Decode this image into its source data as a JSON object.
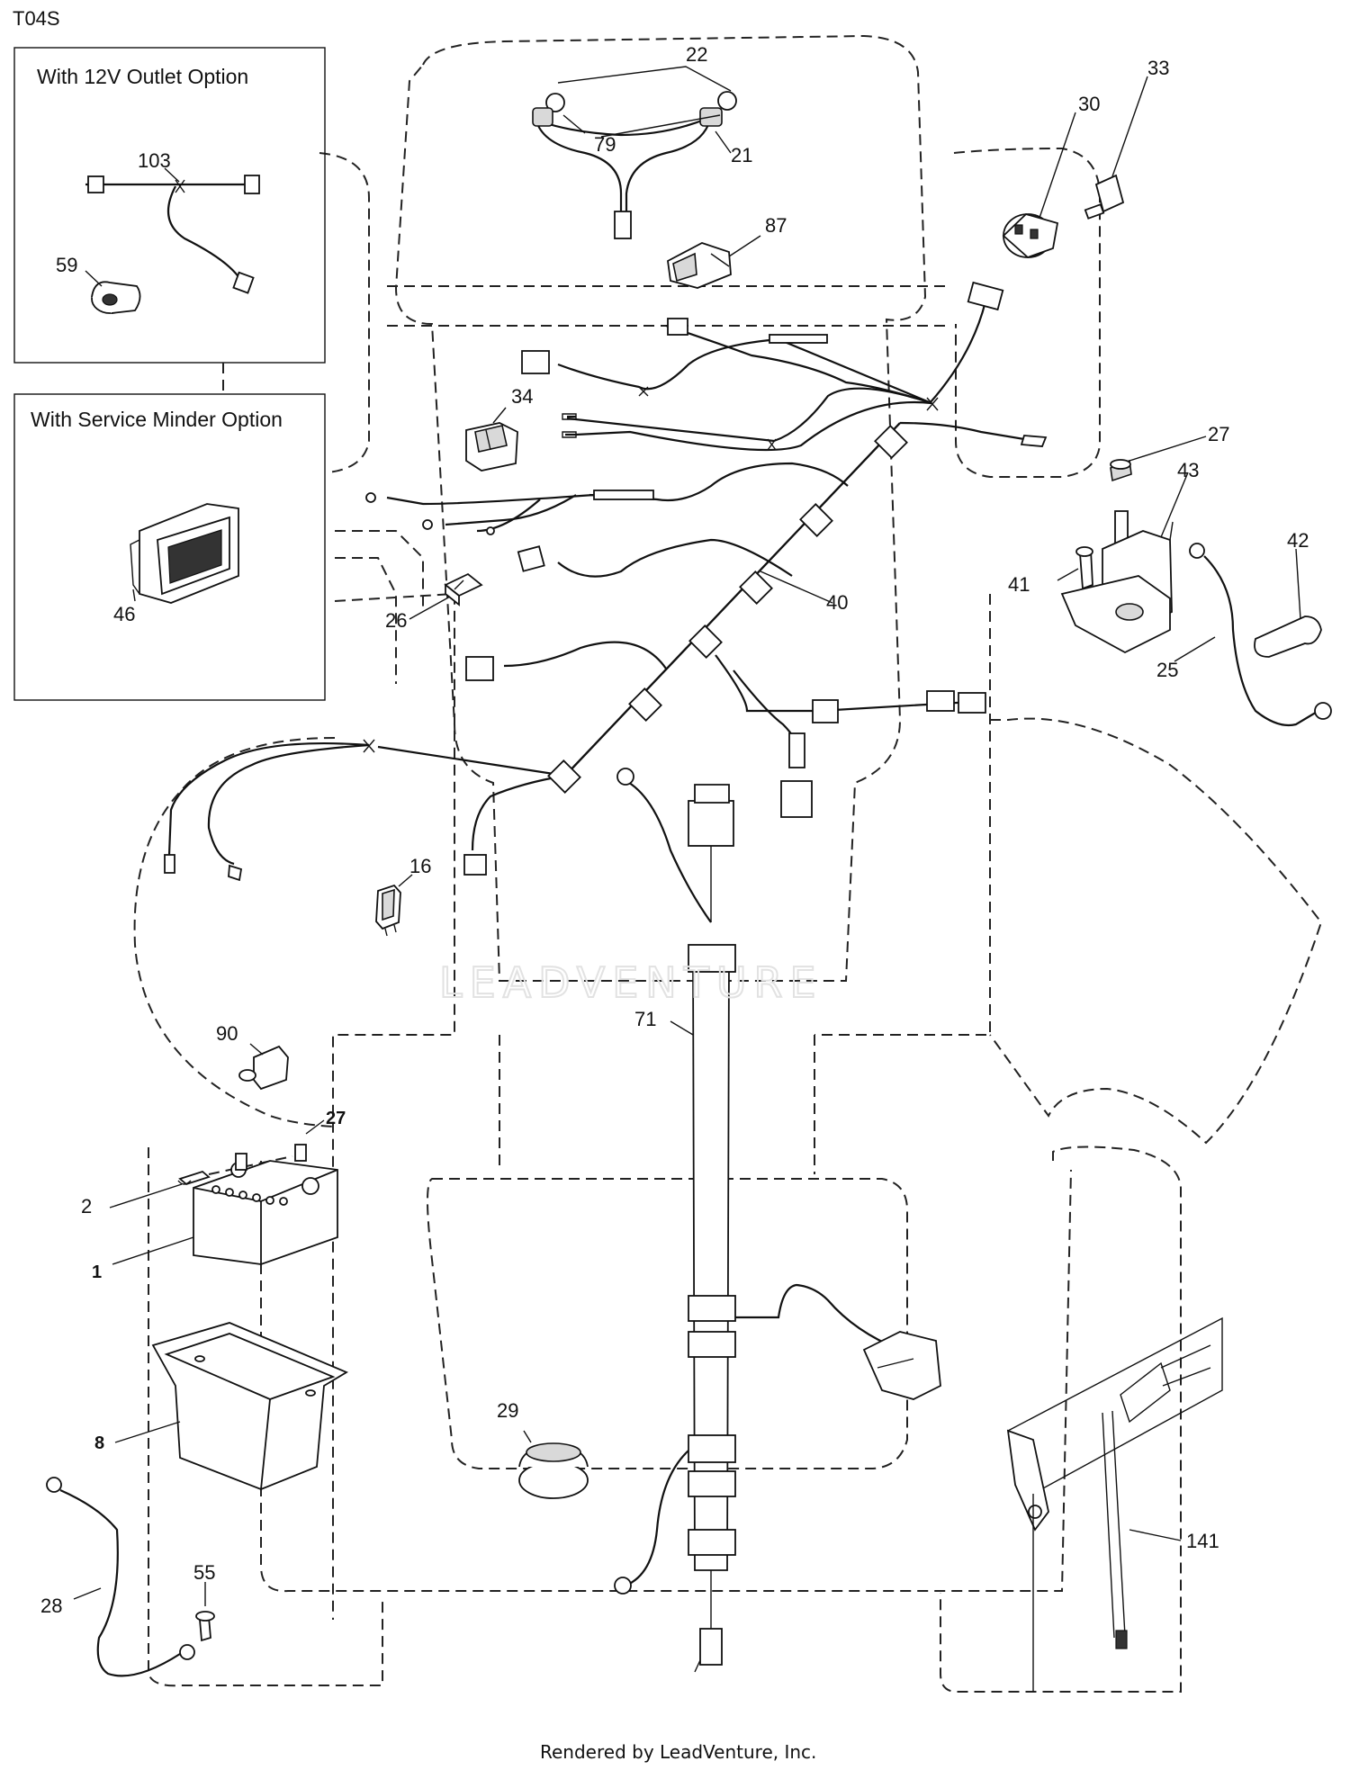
{
  "diagram_code": "T04S",
  "footer": "Rendered by LeadVenture, Inc.",
  "watermark": "LEADVENTURE",
  "boxes": {
    "outlet_option": "With 12V Outlet Option",
    "service_minder_option": "With Service Minder Option"
  },
  "callouts": {
    "c103": "103",
    "c59": "59",
    "c46": "46",
    "c22": "22",
    "c79": "79",
    "c21": "21",
    "c87": "87",
    "c33": "33",
    "c30": "30",
    "c34": "34",
    "c27a": "27",
    "c43": "43",
    "c41": "41",
    "c42": "42",
    "c25": "25",
    "c40": "40",
    "c26": "26",
    "c16": "16",
    "c71": "71",
    "c90": "90",
    "c27b": "27",
    "c2": "2",
    "c1": "1",
    "c8": "8",
    "c29": "29",
    "c28": "28",
    "c55": "55",
    "c141": "141"
  }
}
